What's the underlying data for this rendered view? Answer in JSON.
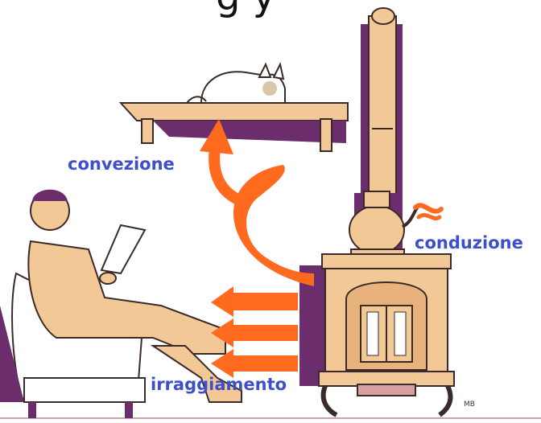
{
  "title_fragment": "g y",
  "labels": {
    "convection": "convezione",
    "conduction": "conduzione",
    "radiation": "irraggiamento"
  },
  "signature": "MB",
  "colors": {
    "label_blue": "#3d4fc9",
    "heat_orange": "#ff6a1f",
    "shadow_purple": "#6b2d6b",
    "wood_tan": "#f2c896",
    "outline": "#3a2a2a"
  }
}
